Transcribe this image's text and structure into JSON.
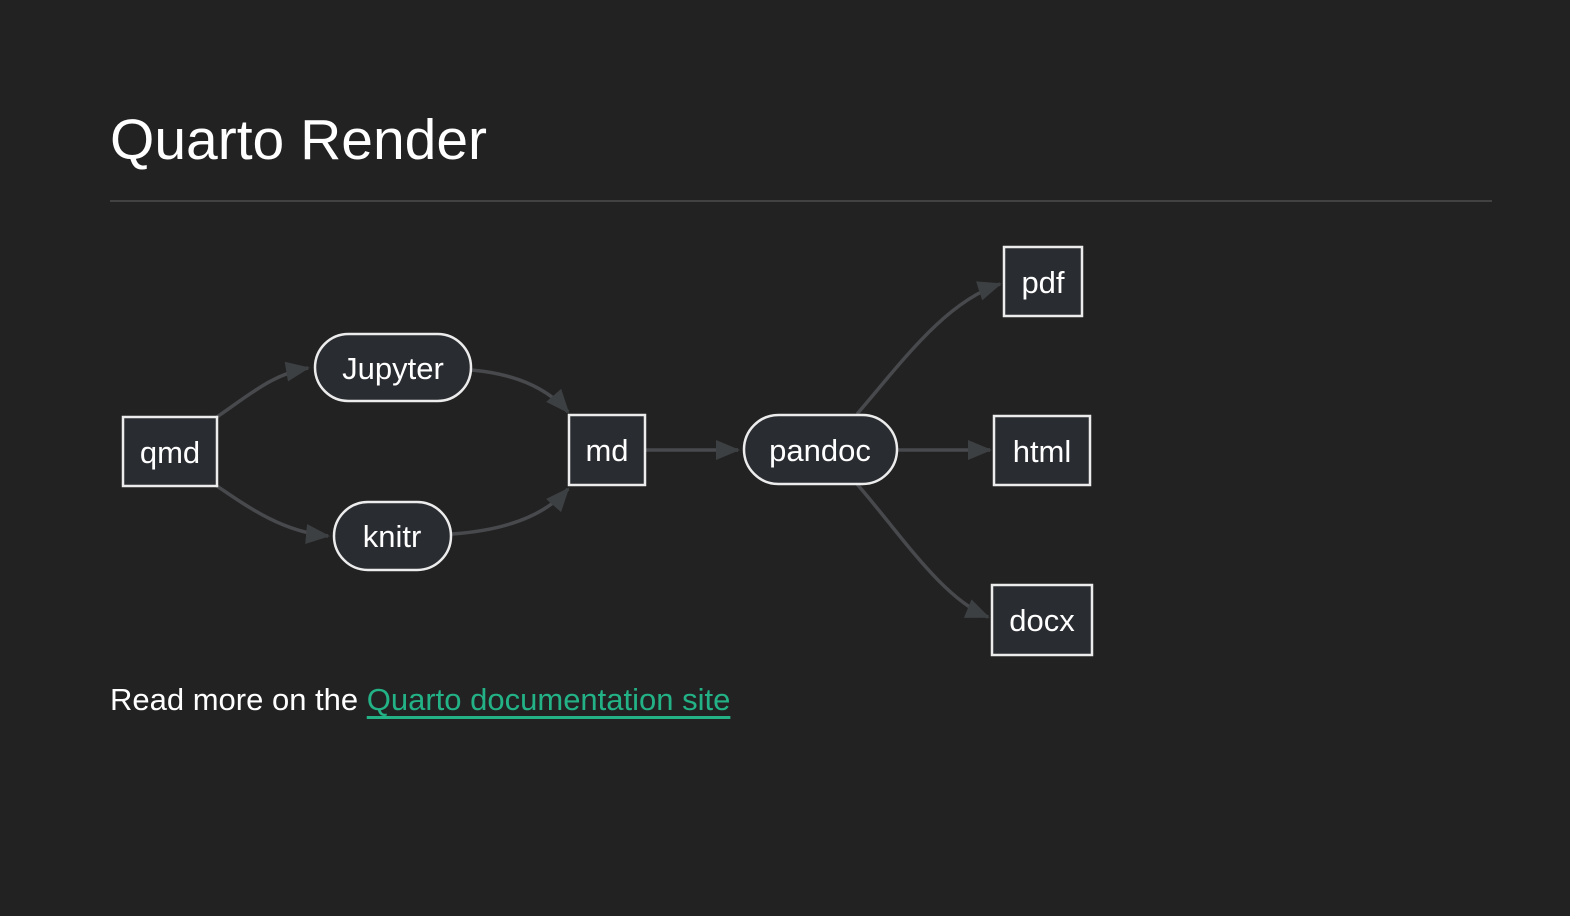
{
  "page": {
    "title": "Quarto Render",
    "read_more_prefix": "Read more on the ",
    "link_label": "Quarto documentation site"
  },
  "diagram": {
    "type": "flowchart",
    "direction": "left-to-right",
    "nodes": [
      {
        "id": "qmd",
        "label": "qmd",
        "shape": "rect"
      },
      {
        "id": "jupyter",
        "label": "Jupyter",
        "shape": "stadium"
      },
      {
        "id": "knitr",
        "label": "knitr",
        "shape": "stadium"
      },
      {
        "id": "md",
        "label": "md",
        "shape": "rect"
      },
      {
        "id": "pandoc",
        "label": "pandoc",
        "shape": "stadium"
      },
      {
        "id": "pdf",
        "label": "pdf",
        "shape": "rect"
      },
      {
        "id": "html",
        "label": "html",
        "shape": "rect"
      },
      {
        "id": "docx",
        "label": "docx",
        "shape": "rect"
      }
    ],
    "edges": [
      {
        "from": "qmd",
        "to": "jupyter"
      },
      {
        "from": "qmd",
        "to": "knitr"
      },
      {
        "from": "jupyter",
        "to": "md"
      },
      {
        "from": "knitr",
        "to": "md"
      },
      {
        "from": "md",
        "to": "pandoc"
      },
      {
        "from": "pandoc",
        "to": "pdf"
      },
      {
        "from": "pandoc",
        "to": "html"
      },
      {
        "from": "pandoc",
        "to": "docx"
      }
    ]
  },
  "colors": {
    "background": "#222222",
    "title_text": "#ffffff",
    "node_fill": "#292c31",
    "node_border": "#ececec",
    "node_text": "#ffffff",
    "edge_line": "#47494c",
    "arrowhead": "#3d4042",
    "link_green": "#23b286",
    "divider": "#424242"
  }
}
